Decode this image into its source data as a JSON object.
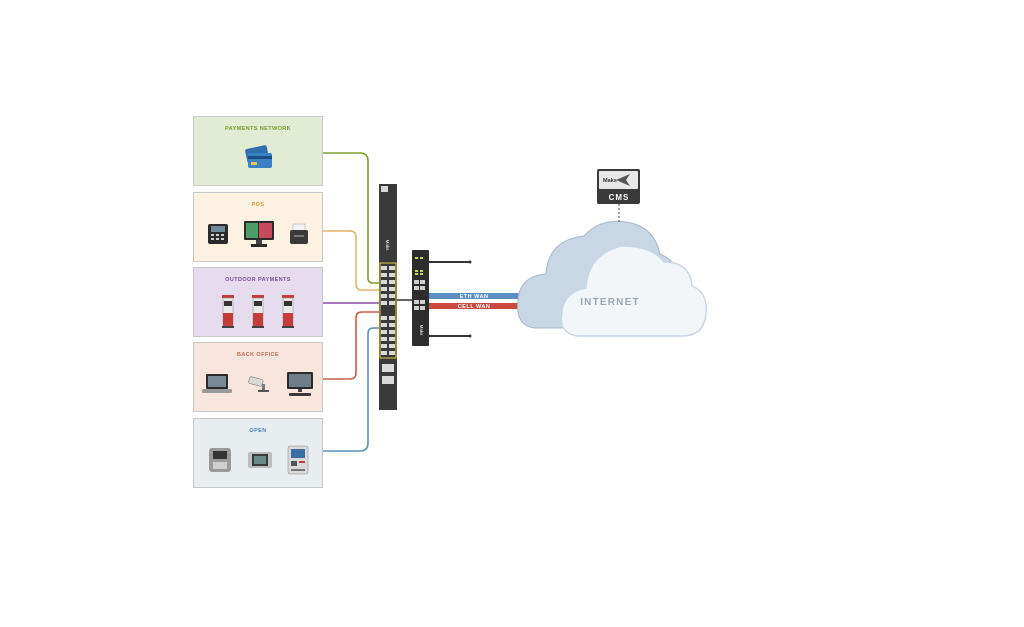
{
  "panels": [
    {
      "id": "payments",
      "title": "PAYMENTS NETWORK",
      "bg": "#e1ecd3",
      "title_color": "#7a9a2e",
      "line_color": "#7da12a",
      "icons": [
        "credit-cards-icon"
      ]
    },
    {
      "id": "pos",
      "title": "POS",
      "bg": "#fdf2e2",
      "title_color": "#d99a3a",
      "line_color": "#e2b56b",
      "icons": [
        "card-terminal-icon",
        "pos-monitor-icon",
        "receipt-printer-icon"
      ]
    },
    {
      "id": "outdoor",
      "title": "OUTDOOR PAYMENTS",
      "bg": "#e6dcee",
      "title_color": "#7c4f9a",
      "line_color": "#8a4fa8",
      "icons": [
        "fuel-pump-icon",
        "fuel-pump-icon",
        "fuel-pump-icon"
      ]
    },
    {
      "id": "backoffice",
      "title": "BACK OFFICE",
      "bg": "#f8e6de",
      "title_color": "#c76a4e",
      "line_color": "#c0624b",
      "icons": [
        "laptop-icon",
        "security-camera-icon",
        "desktop-icon"
      ]
    },
    {
      "id": "open",
      "title": "OPEN",
      "bg": "#e8edf0",
      "title_color": "#4a86b8",
      "line_color": "#5a8fbd",
      "icons": [
        "kiosk-device-icon",
        "display-device-icon",
        "atm-icon"
      ]
    }
  ],
  "wan": {
    "eth_label": "ETH WAN",
    "cell_label": "CELL WAN",
    "eth_color": "#5b8fc4",
    "cell_color": "#c94a3f"
  },
  "cloud": {
    "label": "INTERNET"
  },
  "cms": {
    "brand": "Maks",
    "label": "CMS"
  },
  "switch": {
    "brand": "Maks"
  },
  "router": {
    "brand": "Maks"
  }
}
